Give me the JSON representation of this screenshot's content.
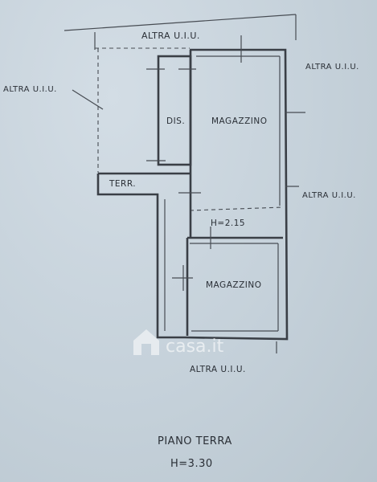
{
  "labels": {
    "altra_top": "ALTRA U.I.U.",
    "altra_left": "ALTRA U.I.U.",
    "altra_right_top": "ALTRA U.I.U.",
    "altra_right_mid": "ALTRA U.I.U.",
    "altra_bottom": "ALTRA U.I.U.",
    "dis": "DIS.",
    "magazzino_upper": "MAGAZZINO",
    "terr": "TERR.",
    "height_mezzanine": "H=2.15",
    "magazzino_lower": "MAGAZZINO"
  },
  "footer": {
    "floor_name": "PIANO TERRA",
    "floor_height": "H=3.30"
  },
  "watermark": {
    "text": "casa.it"
  },
  "colors": {
    "paper": "#c7d3dc",
    "ink": "#2a2f36",
    "watermark": "#ffffff"
  }
}
